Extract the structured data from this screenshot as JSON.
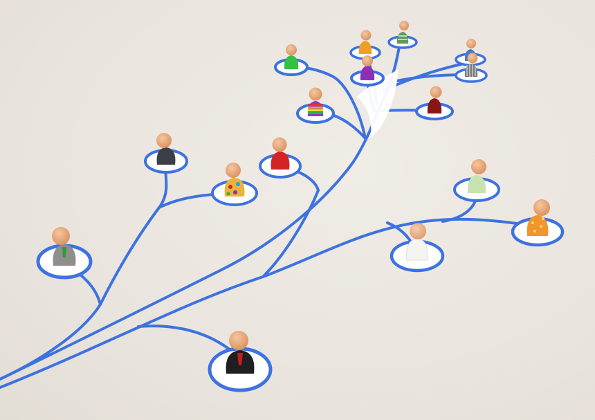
{
  "scene": {
    "background_color": "#ebe6df",
    "branch_color": "#3d72e0",
    "disc_color": "#ffffff",
    "skin_color": "#e9a677"
  },
  "people": [
    {
      "name": "person-black-suit",
      "body": "#1f1f22",
      "accent": "tie"
    },
    {
      "name": "person-gray-suit",
      "body": "#8e8f8c",
      "accent": "tie"
    },
    {
      "name": "person-charcoal",
      "body": "#3b4046",
      "accent": "none"
    },
    {
      "name": "person-floral",
      "body": "#e8b43a",
      "accent": "floral"
    },
    {
      "name": "person-red",
      "body": "#d22424",
      "accent": "none"
    },
    {
      "name": "person-rainbow",
      "body": "#8a35d0",
      "accent": "rainbow"
    },
    {
      "name": "person-green",
      "body": "#35c045",
      "accent": "none"
    },
    {
      "name": "person-orange-shirt",
      "body": "#f0a020",
      "accent": "none"
    },
    {
      "name": "person-purple",
      "body": "#8c2fb8",
      "accent": "none"
    },
    {
      "name": "person-green-plaid",
      "body": "#5a9a5a",
      "accent": "stripes"
    },
    {
      "name": "person-blue",
      "body": "#4a7ac8",
      "accent": "none"
    },
    {
      "name": "person-gray-striped",
      "body": "#7a7a7a",
      "accent": "stripes"
    },
    {
      "name": "person-dark-red",
      "body": "#8a1515",
      "accent": "none"
    },
    {
      "name": "person-light-green",
      "body": "#c9e3b0",
      "accent": "none"
    },
    {
      "name": "person-orange-dots",
      "body": "#f0962a",
      "accent": "dots"
    },
    {
      "name": "person-white",
      "body": "#f4f4f2",
      "accent": "none"
    }
  ]
}
